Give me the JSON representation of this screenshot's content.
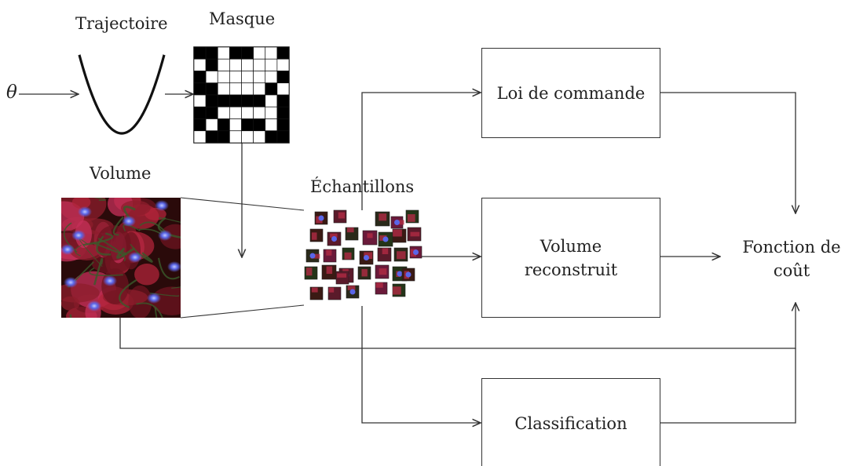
{
  "labels": {
    "theta": "θ",
    "trajectoire": "Trajectoire",
    "masque": "Masque",
    "volume": "Volume",
    "echantillons": "Échantillons",
    "loi_de_commande": "Loi de commande",
    "volume_reconstruit": "Volume\nreconstruit",
    "fonction_de_cout": "Fonction de\ncoût",
    "classification": "Classification"
  },
  "mask_grid": [
    "11011001",
    "01000000",
    "10000001",
    "11000010",
    "01111101",
    "11000001",
    "10101101",
    "01100011"
  ],
  "colors": {
    "line": "#333333",
    "cell_red": "#c0392b",
    "nucleus": "#5060e0",
    "fiber": "#3a5a2a"
  }
}
